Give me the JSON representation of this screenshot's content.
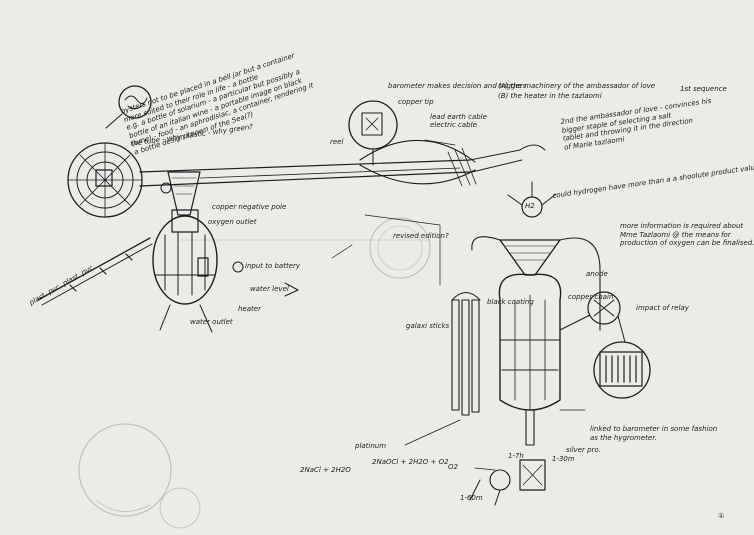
{
  "notes": {
    "top_left": [
      "oysters not to be placed in a bell jar but a container",
      "more suited to their role in life - a bottle",
      "e.g. a bottle of solarium - a particular but possibly a",
      "bottle of an italian wine - a portable image on black",
      "(ume) - food - an aphrodisiac, a container, rendering it",
      "a bottle design known of the Sea(?)"
    ],
    "tube_question": "the tube - why plastic - why green?",
    "barometer": "barometer makes decision and triggers",
    "list_a": "(A) the machinery of the ambassador of love",
    "list_b": "(B) the heater in the tazlaomi",
    "first_sequence": "1st sequence",
    "second_sequence": [
      "2nd the ambassador of love - convinces his",
      "bigger staple of selecting a salt",
      "tablet and throwing it in the direction",
      "of Marie tazlaomi"
    ],
    "copper_tip": "copper tip",
    "earth_cable": "lead earth cable",
    "electric_cable": "electric cable",
    "reel": "reel",
    "hydrogen_question": "could hydrogen have more than a a shoolute product value?",
    "more_information": [
      "more information is required about",
      "Mme Tazlaomi @ the means for",
      "production of oxygen can be finalised."
    ],
    "copper_pole": "copper negative pole",
    "oxygen_outlet": "oxygen outlet",
    "input_battery": "input to battery",
    "water_level": "water level",
    "water_outlet": "water outlet",
    "heater": "heater",
    "revised_edition": "revised edition?",
    "galaxi_sticks": "galaxi sticks",
    "black_coating": "black coating",
    "copper_chain": "copper chain",
    "anode": "anode",
    "impact_relay": "impact of relay",
    "linked_barometer": [
      "linked to barometer in some fashion",
      "as the hygrometer."
    ],
    "silver": "silver pro.",
    "platinum": "platinum",
    "eq1": "2NaCl + 2H2O",
    "eq2": "2NaOCl + 2H2O + O2",
    "hydrogen": "H2",
    "oxygen": "O2",
    "hose_left": "plast. pvc. plast. pvc.",
    "time_1": "1-7h",
    "time_2": "1-30m",
    "time_3": "1-60m",
    "page_number": "①"
  }
}
